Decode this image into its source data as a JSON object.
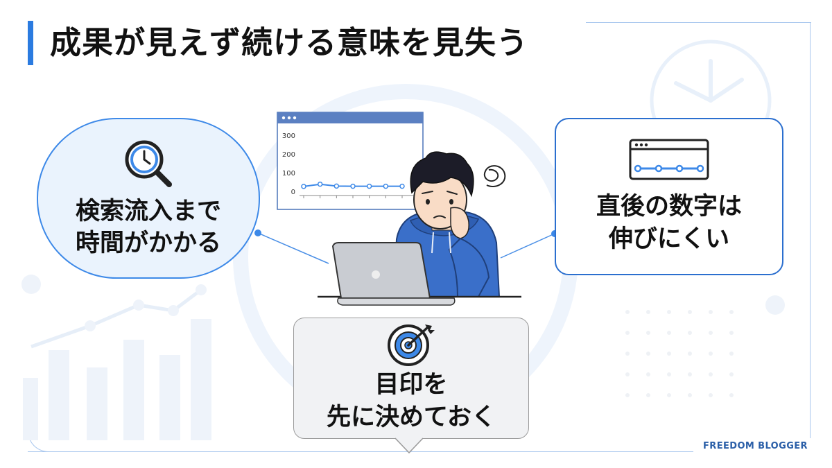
{
  "title": "成果が見えず続ける意味を見失う",
  "colors": {
    "accent": "#2b7be0",
    "accent_dark": "#2b6fcf",
    "bubble_fill": "#eaf3fd",
    "hoodie": "#3a6fc9",
    "gray_box": "#f1f2f4"
  },
  "left_bubble": {
    "icon": "magnifier-clock-icon",
    "lines": [
      "検索流入まで",
      "時間がかかる"
    ]
  },
  "right_bubble": {
    "icon": "browser-flat-line-icon",
    "lines": [
      "直後の数字は",
      "伸びにくい"
    ]
  },
  "bottom_bubble": {
    "icon": "target-arrow-icon",
    "lines": [
      "目印を",
      "先に決めておく"
    ]
  },
  "chart_window": {
    "y_ticks": [
      "300",
      "200",
      "100",
      "0"
    ]
  },
  "chart_data": {
    "type": "line",
    "x": [
      1,
      2,
      3,
      4,
      5,
      6,
      7
    ],
    "series": [
      {
        "values": [
          30,
          42,
          32,
          31,
          31,
          31,
          31
        ]
      }
    ],
    "ylim": [
      0,
      300
    ],
    "yticks": [
      0,
      100,
      200,
      300
    ],
    "grid": false
  },
  "footer": {
    "brand": "FREEDOM BLOGGER"
  }
}
